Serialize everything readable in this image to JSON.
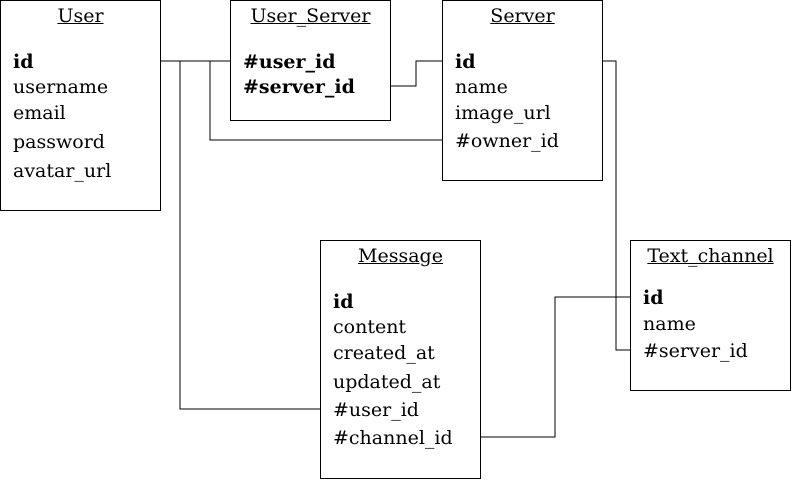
{
  "entities": {
    "user": {
      "title": "User",
      "fields": [
        "id",
        "username",
        "email",
        "password",
        "avatar_url"
      ]
    },
    "user_server": {
      "title": "User_Server",
      "fields": [
        "#user_id",
        "#server_id"
      ]
    },
    "server": {
      "title": "Server",
      "fields": [
        "id",
        "name",
        "image_url",
        "#owner_id"
      ]
    },
    "message": {
      "title": "Message",
      "fields": [
        "id",
        "content",
        "created_at",
        "updated_at",
        "#user_id",
        "#channel_id"
      ]
    },
    "text_channel": {
      "title": "Text_channel",
      "fields": [
        "id",
        "name",
        "#server_id"
      ]
    }
  }
}
